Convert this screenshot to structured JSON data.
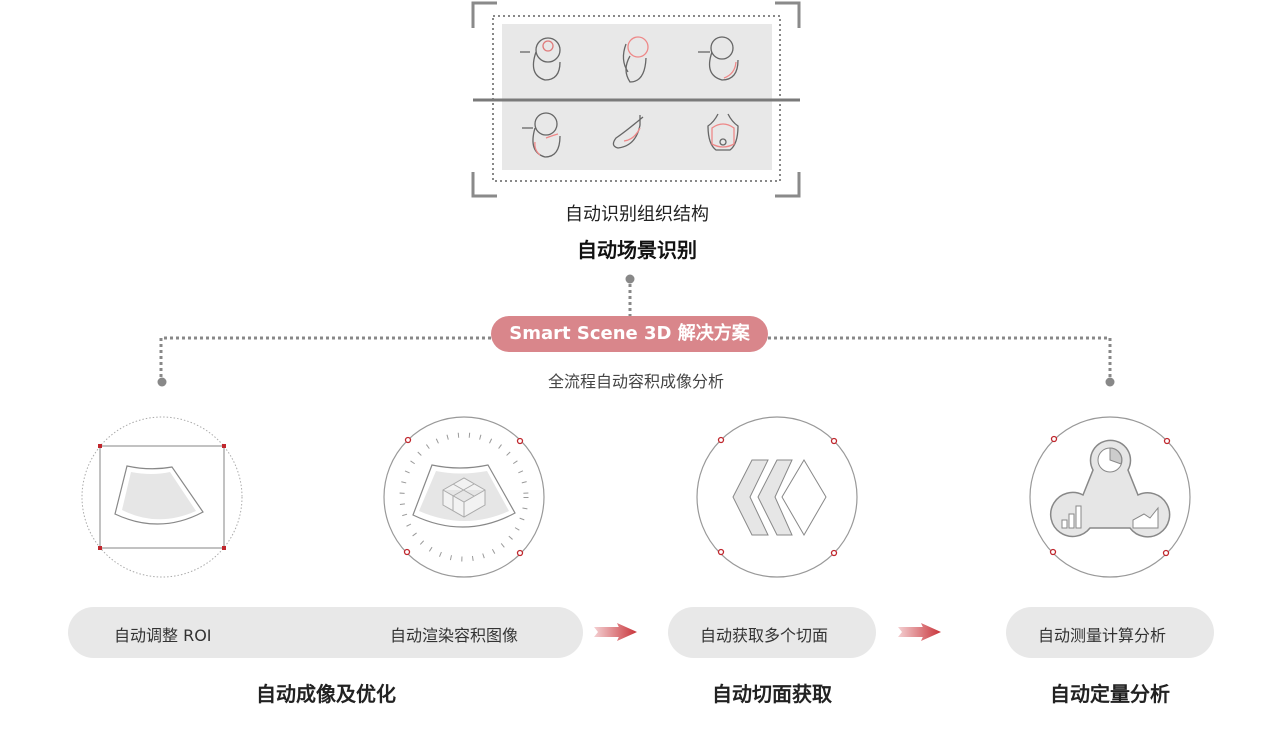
{
  "top": {
    "subtitle": "自动识别组织结构",
    "title": "自动场景识别"
  },
  "solution": {
    "label": "Smart Scene 3D 解决方案",
    "description": "全流程自动容积成像分析"
  },
  "steps": [
    {
      "label": "自动调整 ROI"
    },
    {
      "label": "自动渲染容积图像"
    },
    {
      "label": "自动获取多个切面"
    },
    {
      "label": "自动测量计算分析"
    }
  ],
  "groups": [
    {
      "label": "自动成像及优化"
    },
    {
      "label": "自动切面获取"
    },
    {
      "label": "自动定量分析"
    }
  ],
  "colors": {
    "accent": "#d9868b",
    "marker": "#c0272d",
    "panel": "#e8e8e8",
    "line": "#888888"
  }
}
